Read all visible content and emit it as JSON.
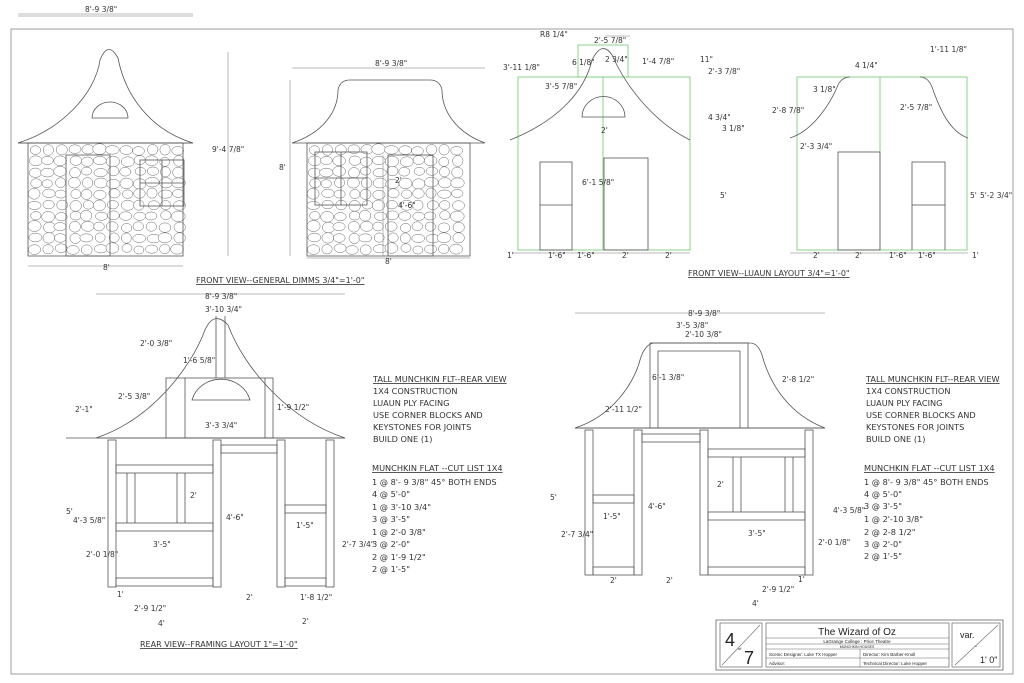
{
  "colors": {
    "line": "#555555",
    "luaun_outline": "#7ccf7c",
    "background": "#ffffff"
  },
  "captions": {
    "front_general": "FRONT VIEW--GENERAL DIMMS 3/4\"=1'-0\"",
    "front_luaun": "FRONT VIEW--LUAUN LAYOUT 3/4\"=1'-0\"",
    "rear_framing": "REAR VIEW--FRAMING LAYOUT 1\"=1'-0\""
  },
  "front_general": {
    "tall": {
      "width_top": "8'-9 3/8\"",
      "height": "9'-4 7/8\"",
      "width_base": "8'"
    },
    "short": {
      "width_top": "8'-9 3/8\"",
      "height": "8'",
      "door_width": "2'",
      "door_height": "4'-6\"",
      "width_base": "8'"
    }
  },
  "luaun_tall": [
    "R8 1/4\"",
    "2'-5 7/8\"",
    "6 1/8\"",
    "2 3/4\"",
    "1'-4 7/8\"",
    "11\"",
    "2'-3 7/8\"",
    "3'-11 1/8\"",
    "3'-5 7/8\"",
    "2'",
    "4 3/4\"",
    "3 1/8\"",
    "6'-1 5/8\"",
    "5'",
    "1'",
    "1'-6\"",
    "1'-6\"",
    "2'",
    "2'"
  ],
  "luaun_short": [
    "1'-11 1/8\"",
    "4 1/4\"",
    "3 1/8\"",
    "2'-8 7/8\"",
    "2'-5 7/8\"",
    "2'-3 3/4\"",
    "5'",
    "5'-2 3/4\"",
    "2'",
    "2'",
    "1'-6\"",
    "1'-6\"",
    "1'"
  ],
  "rear_tall": [
    "8'-9 3/8\"",
    "3'-10 3/4\"",
    "2'-0 3/8\"",
    "1'-6 5/8\"",
    "2'-5 3/8\"",
    "2'-1\"",
    "3'-3 3/4\"",
    "1'-9 1/2\"",
    "5'",
    "4'-3 5/8\"",
    "2'-0 1/8\"",
    "2'",
    "3'-5\"",
    "4'-6\"",
    "1'-5\"",
    "2'-7 3/4\"",
    "1'",
    "2'-9 1/2\"",
    "4'",
    "2'",
    "1'-8 1/2\"",
    "2'"
  ],
  "rear_short": [
    "8'-9 3/8\"",
    "3'-5 3/8\"",
    "2'-10 3/8\"",
    "6'-1 3/8\"",
    "2'-8 1/2\"",
    "2'-11 1/2\"",
    "5'",
    "2'-7 3/4\"",
    "1'-5\"",
    "4'-6\"",
    "2'",
    "3'-5\"",
    "4'-3 5/8\"",
    "2'-0 1/8\"",
    "2'",
    "2'",
    "1'",
    "2'-9 1/2\"",
    "4'"
  ],
  "notes_left": {
    "heading": "TALL MUNCHKIN FLT--REAR VIEW",
    "lines": [
      "1X4  CONSTRUCTION",
      "LUAUN PLY FACING",
      "USE CORNER BLOCKS AND",
      "KEYSTONES FOR JOINTS",
      "BUILD ONE (1)"
    ],
    "cut_heading": "MUNCHKIN FLAT --CUT LIST 1X4",
    "cuts": [
      "1 @ 8'- 9 3/8\" 45° BOTH ENDS",
      "4 @ 5'-0\"",
      "1 @ 3'-10 3/4\"",
      "3 @ 3'-5\"",
      "1 @ 2'-0 3/8\"",
      "3 @ 2'-0\"",
      "2 @ 1'-9 1/2\"",
      "2 @ 1'-5\""
    ]
  },
  "notes_right": {
    "heading": "TALL MUNCHKIN FLT--REAR VIEW",
    "lines": [
      "1X4  CONSTRUCTION",
      "LUAUN PLY FACING",
      "USE CORNER BLOCKS AND",
      "KEYSTONES FOR JOINTS",
      "BUILD ONE (1)"
    ],
    "cut_heading": "MUNCHKIN FLAT --CUT LIST 1X4",
    "cuts": [
      "1 @ 8'- 9 3/8\" 45° BOTH ENDS",
      "4 @ 5'-0\"",
      "3 @ 3'-5\"",
      "1 @ 2'-10 3/8\"",
      "2 @ 2-8 1/2\"",
      "3 @ 2'-0\"",
      "2 @ 1'-5\""
    ]
  },
  "title_block": {
    "sheet": "4",
    "of": "of",
    "total": "7",
    "show": "The Wizard of Oz",
    "venue": "LaGrange College : Price Theatre",
    "drawing": "MUNCHKIN HOUSES",
    "scenic_designer": "Scenic Designer: Luke TX Hopper",
    "director": "Director: Kim Barber-Knoll",
    "advisor": "Advisor:",
    "technical_director": "Technical Director: Luke Hopper",
    "scale_top": "var.",
    "scale_mid": "-",
    "scale_bottom": "1' 0\""
  }
}
